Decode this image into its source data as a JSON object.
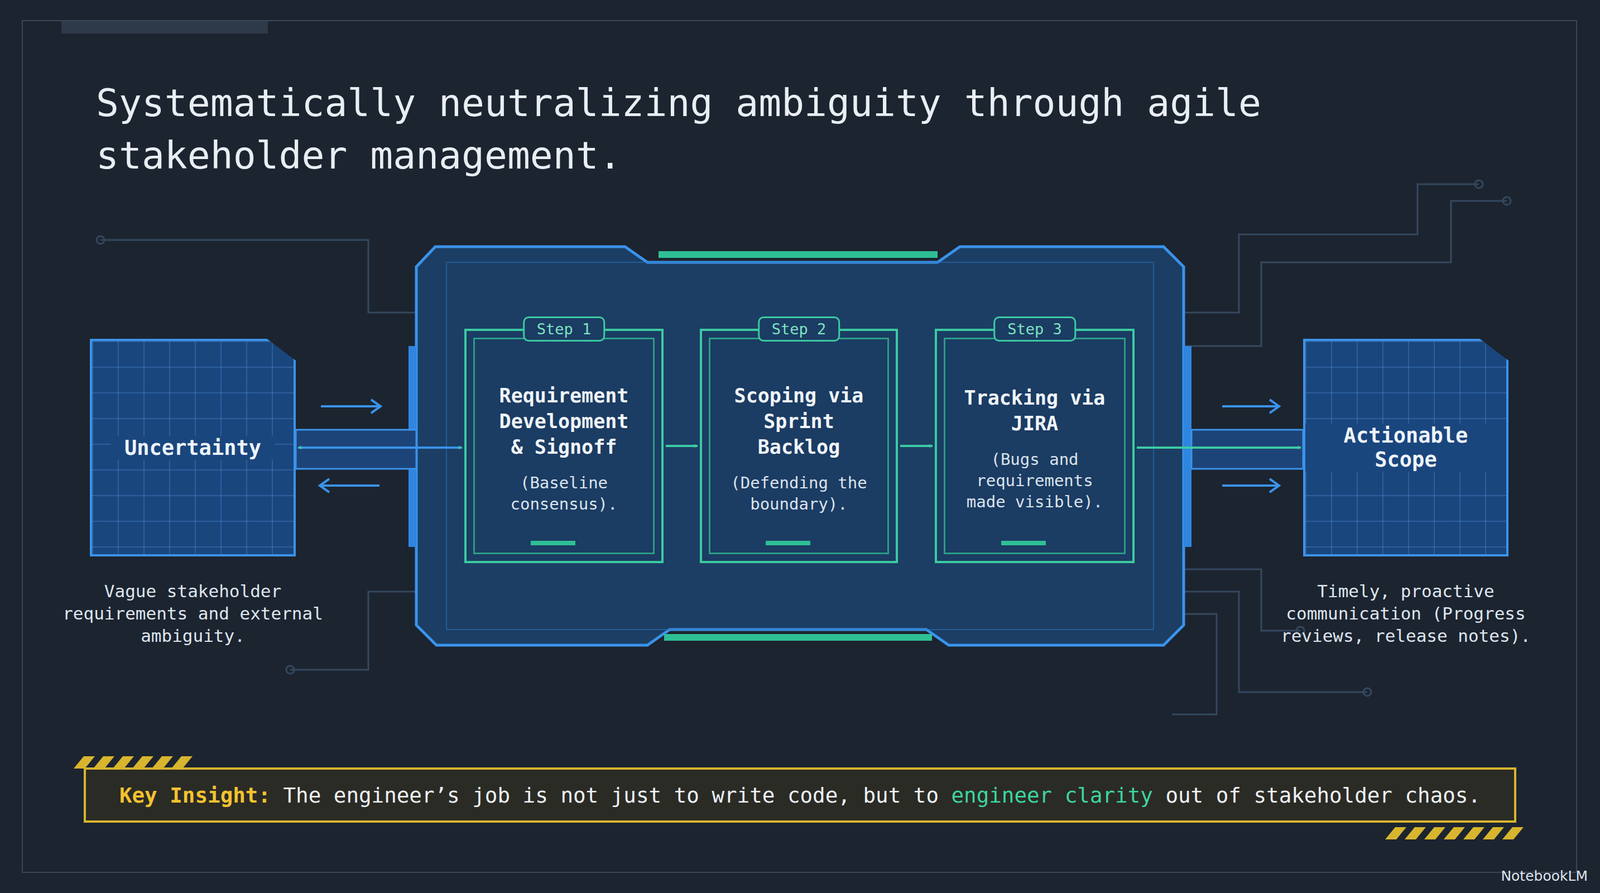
{
  "diagram": {
    "title": "Systematically neutralizing ambiguity through agile stakeholder management.",
    "nodes": [
      {
        "text": [
          "Uncertainty",
          "Vague stakeholder requirements and external ambiguity."
        ]
      },
      {
        "text": [
          "Step 1",
          "Requirement Development & Signoff",
          "(Baseline consensus)."
        ]
      },
      {
        "text": [
          "Step 2",
          "Scoping via Sprint Backlog",
          "(Defending the boundary)."
        ]
      },
      {
        "text": [
          "Step 3",
          "Tracking via JIRA",
          "(Bugs and requirements made visible)."
        ]
      },
      {
        "text": [
          "Actionable Scope",
          "Timely, proactive communication (Progress reviews, release notes)."
        ]
      },
      {
        "text": [
          "Key Insight:",
          "The engineer’s job is not just to write code, but to",
          "engineer clarity",
          "out of stakeholder chaos."
        ]
      }
    ],
    "edges": [
      {
        "from": 0,
        "to": 1,
        "arrow": "both"
      },
      {
        "from": 1,
        "to": 2,
        "arrow": "to"
      },
      {
        "from": 2,
        "to": 3,
        "arrow": "to"
      },
      {
        "from": 3,
        "to": 4,
        "arrow": "to"
      }
    ],
    "labels": [
      "NotebookLM"
    ]
  }
}
